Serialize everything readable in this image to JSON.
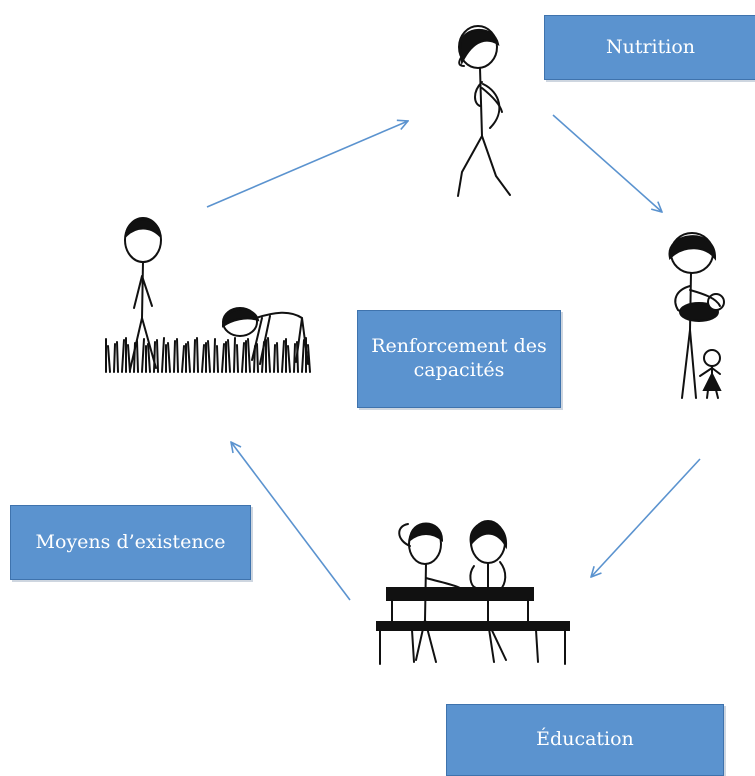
{
  "diagram": {
    "colors": {
      "box_fill": "#5b93cf",
      "box_border": "#3f73ad",
      "box_text": "#ffffff",
      "arrow": "#5b93cf",
      "ink": "#111111"
    },
    "labels": {
      "nutrition": "Nutrition",
      "capacity": "Renforcement des capacités",
      "existence": "Moyens d’existence",
      "education": "Éducation"
    },
    "cycle": {
      "arrow_direction": "clockwise",
      "stages": [
        "nutrition",
        "mother-and-baby",
        "education",
        "moyens-d-existence"
      ]
    }
  }
}
